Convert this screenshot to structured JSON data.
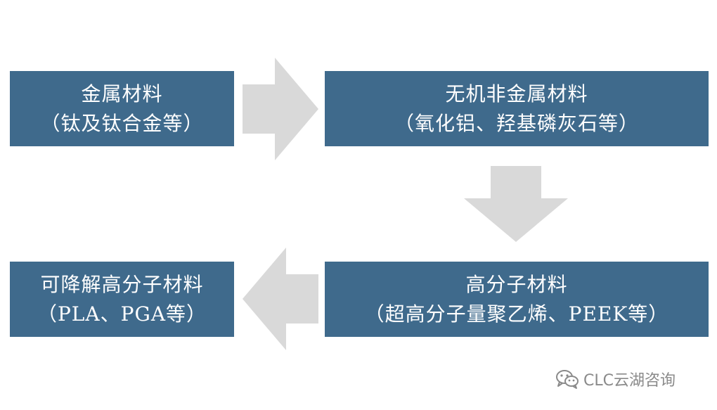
{
  "flow": {
    "metal": {
      "line1": "金属材料",
      "line2": "（钛及钛合金等）"
    },
    "inorganic": {
      "line1": "无机非金属材料",
      "line2": "（氧化铝、羟基磷灰石等）"
    },
    "polymer": {
      "line1": "高分子材料",
      "line2": "（超高分子量聚乙烯、PEEK等）"
    },
    "degradable": {
      "line1": "可降解高分子材料",
      "line2": "（PLA、PGA等）"
    }
  },
  "watermark": {
    "icon": "wechat-icon",
    "text": "CLC云湖咨询"
  },
  "colors": {
    "box_fill": "#3f6a8c",
    "box_text": "#ffffff",
    "arrow_fill": "#d9d9d9",
    "watermark": "#8a8a8a"
  }
}
